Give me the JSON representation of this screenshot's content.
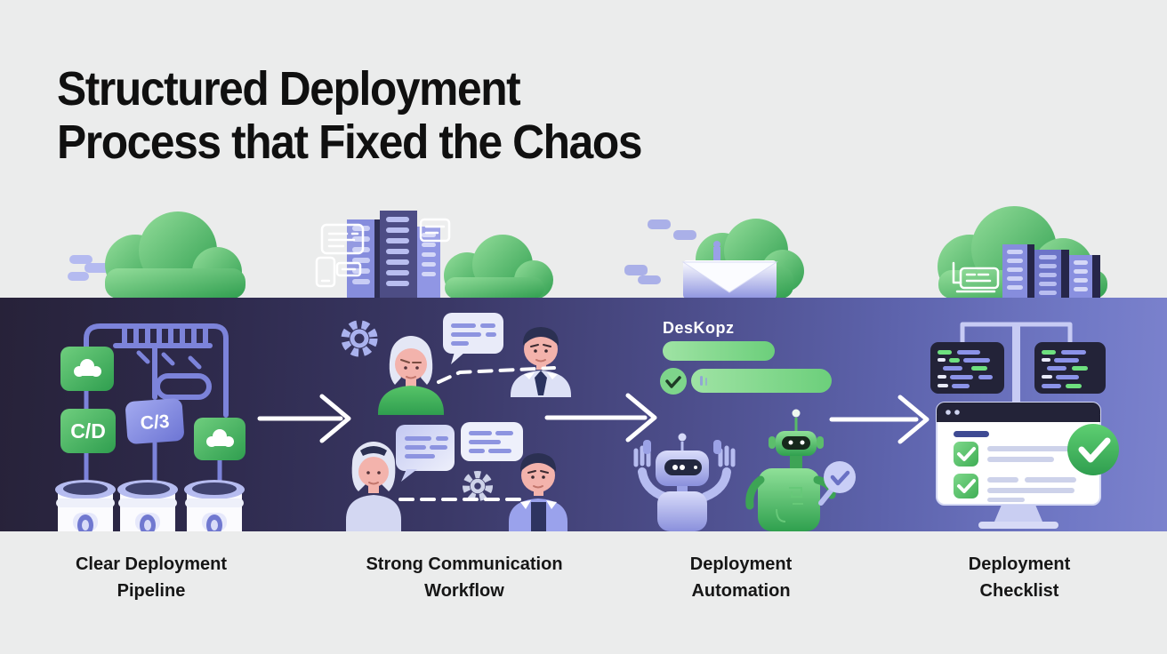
{
  "title": {
    "line1": "Structured Deployment",
    "line2": "Process that Fixed the Chaos"
  },
  "captions": [
    {
      "line1": "Clear Deployment",
      "line2": "Pipeline"
    },
    {
      "line1": "Strong Communication",
      "line2": "Workflow"
    },
    {
      "line1": "Deployment",
      "line2": "Automation"
    },
    {
      "line1": "Deployment",
      "line2": "Checklist"
    }
  ],
  "pipeline": {
    "badge_cd": "C/D",
    "badge_cb": "C/3"
  },
  "automation": {
    "app_name": "DesKopz"
  },
  "colors": {
    "background": "#ebecec",
    "band_gradient_left": "#272239",
    "band_gradient_right": "#7b82cd",
    "green_accent": "#3fae55",
    "lavender_accent": "#8b93e8",
    "title_text": "#101010",
    "caption_text": "#161616"
  },
  "icons": [
    "cloud-icon",
    "gear-icon",
    "speech-bubble-icon",
    "robot-icon",
    "check-icon",
    "envelope-icon",
    "building-icon",
    "arrow-right-icon",
    "magnifier-check-icon",
    "code-panel-icon",
    "monitor-icon",
    "storage-cylinder-icon",
    "document-card-icon",
    "phone-icon",
    "card-reader-icon"
  ]
}
